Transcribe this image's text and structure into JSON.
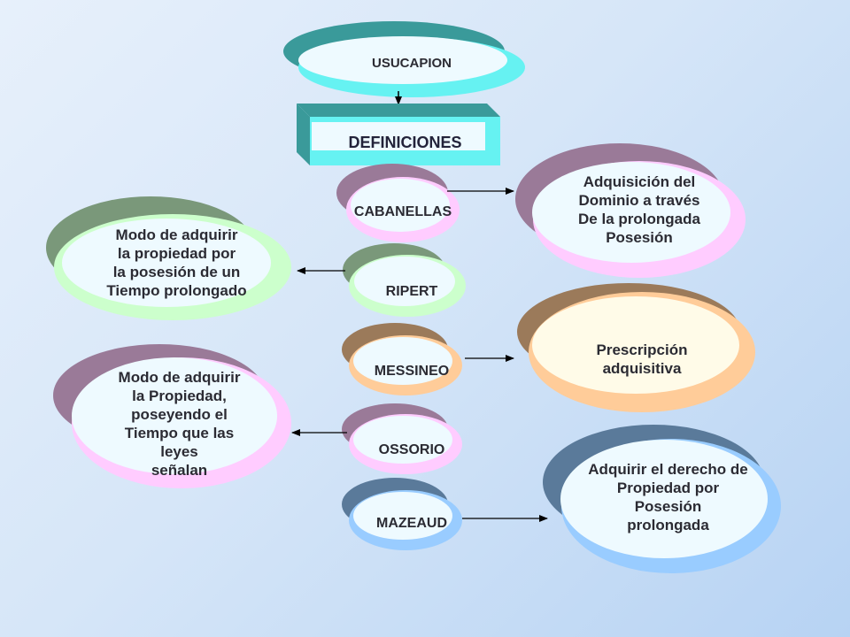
{
  "root": {
    "label": "USUCAPION"
  },
  "header": {
    "label": "DEFINICIONES"
  },
  "authors": [
    {
      "id": "cabanellas",
      "label": "CABANELLAS"
    },
    {
      "id": "ripert",
      "label": "RIPERT"
    },
    {
      "id": "messineo",
      "label": "MESSINEO"
    },
    {
      "id": "ossorio",
      "label": "OSSORIO"
    },
    {
      "id": "mazeaud",
      "label": "MAZEAUD"
    }
  ],
  "definitions": [
    {
      "author": "cabanellas",
      "text": "Adquisición del\nDominio a través\nDe la prolongada\nPosesión"
    },
    {
      "author": "ripert",
      "text": "Modo de adquirir\nla propiedad por\nla posesión de un\nTiempo prolongado"
    },
    {
      "author": "messineo",
      "text": "Prescripción\nadquisitiva"
    },
    {
      "author": "ossorio",
      "text": "Modo de adquirir\nla Propiedad,\nposeyendo el\nTiempo que las\nleyes\nseñalan"
    },
    {
      "author": "mazeaud",
      "text": "Adquirir el derecho de\nPropiedad por\nPosesión\nprolongada"
    }
  ],
  "colors": {
    "teal_dark": "#3a9a9a",
    "teal_light": "#66f2f2",
    "mauve": "#9a7a98",
    "pink": "#ffccff",
    "green_dark": "#7a987a",
    "green_light": "#ccffcc",
    "brown": "#9b7a5a",
    "peach": "#ffcc99",
    "blue_dark": "#5a7a9a",
    "blue_light": "#99ccff",
    "inner_fill": "#eefaff",
    "inner_cream": "#fffbe8"
  }
}
